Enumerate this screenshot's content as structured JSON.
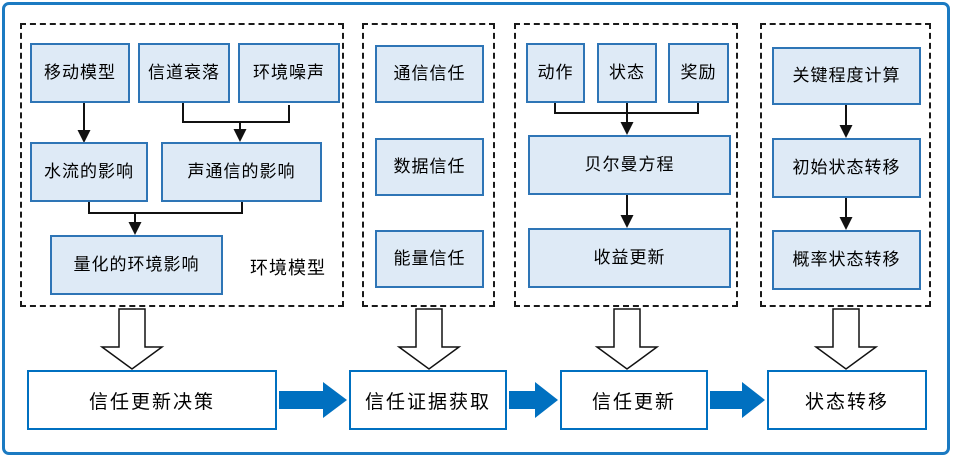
{
  "colors": {
    "frame_blue": "#1b7ac2",
    "panel_dash": "#1a1a1a",
    "box_fill": "#deeaf6",
    "box_border": "#2e75b6",
    "flow_box_border": "#0070c0",
    "thick_arrow_blue": "#0070c0",
    "connector_black": "#111111"
  },
  "diagram": {
    "env_panel": {
      "panel_label": "环境模型",
      "mobile_model": "移动模型",
      "channel_fading": "信道衰落",
      "ambient_noise": "环境噪声",
      "water_flow_effect": "水流的影响",
      "acoustic_comm_effect": "声通信的影响",
      "quantified_env_effect": "量化的环境影响"
    },
    "trust_panel": {
      "comm_trust": "通信信任",
      "data_trust": "数据信任",
      "energy_trust": "能量信任"
    },
    "rl_panel": {
      "action": "动作",
      "state": "状态",
      "reward": "奖励",
      "bellman_equation": "贝尔曼方程",
      "payoff_update": "收益更新"
    },
    "transition_panel": {
      "criticality_calc": "关键程度计算",
      "initial_state_transition": "初始状态转移",
      "prob_state_transition": "概率状态转移"
    },
    "flow_steps": {
      "trust_update_decision": "信任更新决策",
      "trust_evidence_acquisition": "信任证据获取",
      "trust_update": "信任更新",
      "state_transition": "状态转移"
    }
  }
}
